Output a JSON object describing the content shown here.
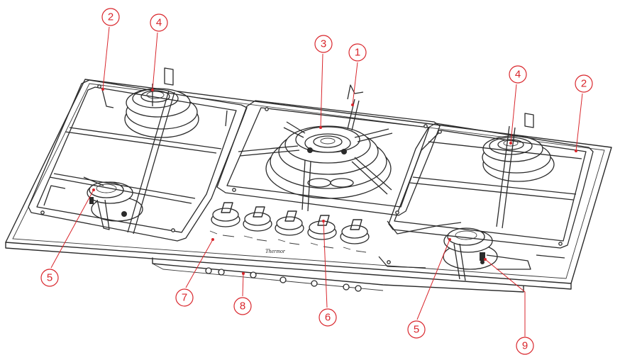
{
  "diagram": {
    "brand_mark": "Thermor",
    "callouts": [
      {
        "id": "c1",
        "label": "1"
      },
      {
        "id": "c2a",
        "label": "2"
      },
      {
        "id": "c2b",
        "label": "2"
      },
      {
        "id": "c3",
        "label": "3"
      },
      {
        "id": "c4a",
        "label": "4"
      },
      {
        "id": "c4b",
        "label": "4"
      },
      {
        "id": "c5a",
        "label": "5"
      },
      {
        "id": "c5b",
        "label": "5"
      },
      {
        "id": "c6",
        "label": "6"
      },
      {
        "id": "c7",
        "label": "7"
      },
      {
        "id": "c8",
        "label": "8"
      },
      {
        "id": "c9",
        "label": "9"
      }
    ]
  },
  "colors": {
    "callout": "#d9262c",
    "line": "#2b2b2b"
  }
}
